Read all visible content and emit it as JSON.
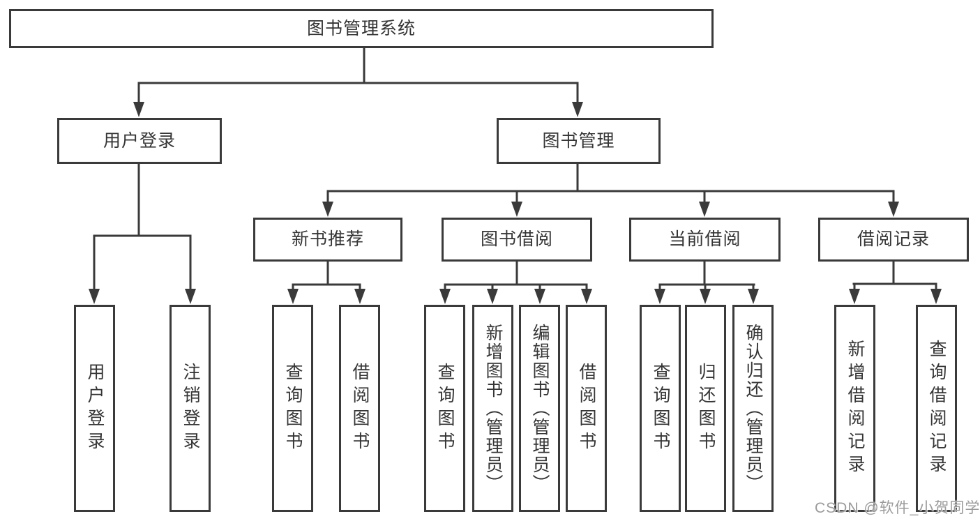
{
  "title": "图书管理系统",
  "colors": {
    "line": "#3a3a3a",
    "box_border": "#3a3a3a",
    "box_fill": "#ffffff",
    "text": "#353535",
    "watermark": "#969696",
    "background": "#ffffff"
  },
  "tree": {
    "label": "图书管理系统",
    "children": [
      {
        "label": "用户登录",
        "children": [
          {
            "label": "用户登录"
          },
          {
            "label": "注销登录"
          }
        ]
      },
      {
        "label": "图书管理",
        "children": [
          {
            "label": "新书推荐",
            "children": [
              {
                "label": "查询图书"
              },
              {
                "label": "借阅图书"
              }
            ]
          },
          {
            "label": "图书借阅",
            "children": [
              {
                "label": "查询图书"
              },
              {
                "label": "新增图书（管理员）"
              },
              {
                "label": "编辑图书（管理员）"
              },
              {
                "label": "借阅图书"
              }
            ]
          },
          {
            "label": "当前借阅",
            "children": [
              {
                "label": "查询图书"
              },
              {
                "label": "归还图书"
              },
              {
                "label": "确认归还（管理员）"
              }
            ]
          },
          {
            "label": "借阅记录",
            "children": [
              {
                "label": "新增借阅记录"
              },
              {
                "label": "查询借阅记录"
              }
            ]
          }
        ]
      }
    ]
  },
  "watermark": {
    "text": "CSDN @软件_小贺同学"
  }
}
